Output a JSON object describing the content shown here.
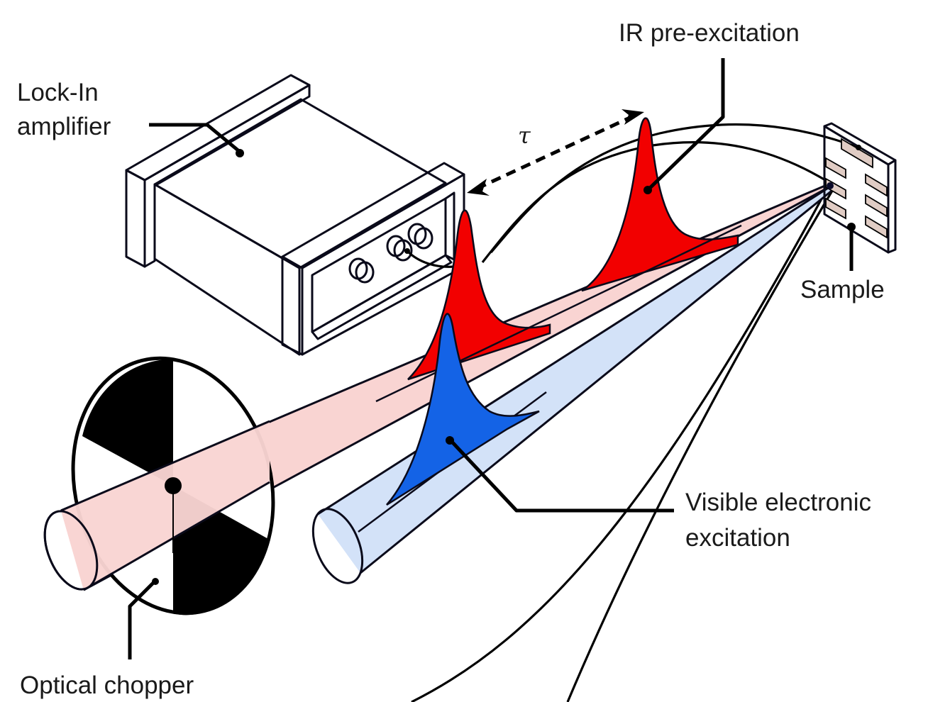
{
  "figure": {
    "type": "experimental setup schematic",
    "labels": {
      "lock_in": [
        "Lock-In",
        "amplifier"
      ],
      "ir": "IR pre-excitation",
      "sample": "Sample",
      "visible": [
        "Visible electronic",
        "excitation"
      ],
      "chopper": "Optical chopper",
      "delay": "τ"
    },
    "components": [
      {
        "id": "lock-in-amplifier",
        "name": "Lock-In amplifier",
        "connectors": 3
      },
      {
        "id": "optical-chopper",
        "name": "Optical chopper",
        "blades": 2
      },
      {
        "id": "ir-beam",
        "name": "IR pre-excitation beam",
        "pulses": 2
      },
      {
        "id": "visible-beam",
        "name": "Visible electronic excitation beam",
        "pulses": 1
      },
      {
        "id": "sample",
        "name": "Sample",
        "electrode_pads": 7
      }
    ],
    "colors": {
      "ir_pulse": "#f20000",
      "ir_beam": "#f9d4d2",
      "visible_pulse": "#1463e6",
      "visible_beam": "#d3e2f8",
      "amp_body": "#e6e6e6",
      "amp_frame_light": "#a9c6f0",
      "amp_frame_mid": "#86a9e2",
      "amp_frame_dark": "#3f76cf",
      "connector": "#d7bf5c",
      "sample": "#f9dfcd",
      "sample_edge": "#eaae85",
      "sample_pad": "#e0ccc4",
      "chopper": "#000000"
    }
  }
}
